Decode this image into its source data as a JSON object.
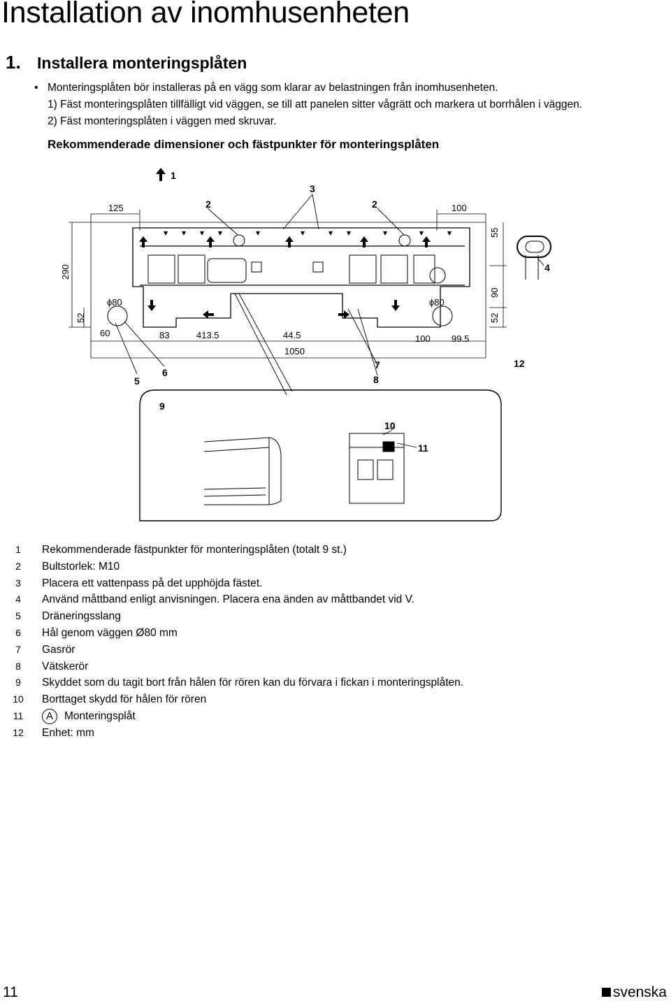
{
  "header": {
    "title": "Installation av inomhusenheten",
    "section_number": "1.",
    "section_title": "Installera monteringsplåten"
  },
  "intro": {
    "bullet": "Monteringsplåten bör installeras på en vägg som klarar av belastningen från inomhusenheten.",
    "steps": [
      "1) Fäst monteringsplåten tillfälligt vid väggen, se till att panelen sitter vågrätt och markera ut borrhålen i väggen.",
      "2) Fäst monteringsplåten i väggen med skruvar."
    ]
  },
  "figure": {
    "heading": "Rekommenderade dimensioner och fästpunkter för monteringsplåten",
    "callouts": [
      "1",
      "2",
      "2",
      "3",
      "4",
      "5",
      "6",
      "7",
      "8",
      "9",
      "10",
      "11",
      "12"
    ],
    "dimensions": {
      "top_left": "125",
      "top_right": "100",
      "right_top": "55",
      "right_mid": "90",
      "right_bottom": "52",
      "left_height": "290",
      "left_bottom": "52",
      "hole_left": "ϕ80",
      "hole_right": "ϕ80",
      "bottom_60": "60",
      "bottom_83": "83",
      "bottom_4135": "413.5",
      "bottom_445": "44.5",
      "bottom_100": "100",
      "bottom_995": "99.5",
      "overall": "1050"
    }
  },
  "legend": [
    {
      "num": "1",
      "text": "Rekommenderade fästpunkter för monteringsplåten (totalt 9 st.)"
    },
    {
      "num": "2",
      "text": "Bultstorlek: M10"
    },
    {
      "num": "3",
      "text": "Placera ett vattenpass på det upphöjda fästet."
    },
    {
      "num": "4",
      "text": "Använd måttband enligt anvisningen. Placera ena änden av måttbandet vid V."
    },
    {
      "num": "5",
      "text": "Dräneringsslang"
    },
    {
      "num": "6",
      "text": "Hål genom väggen Ø80 mm"
    },
    {
      "num": "7",
      "text": "Gasrör"
    },
    {
      "num": "8",
      "text": "Vätskerör"
    },
    {
      "num": "9",
      "text": "Skyddet som du tagit bort från hålen för rören kan du förvara i fickan i monteringsplåten."
    },
    {
      "num": "10",
      "text": "Borttaget skydd för hålen för rören"
    },
    {
      "num": "11",
      "letter": "A",
      "text": "Monteringsplåt"
    },
    {
      "num": "12",
      "text": "Enhet: mm"
    }
  ],
  "footer": {
    "page_number": "11",
    "language": "svenska"
  }
}
